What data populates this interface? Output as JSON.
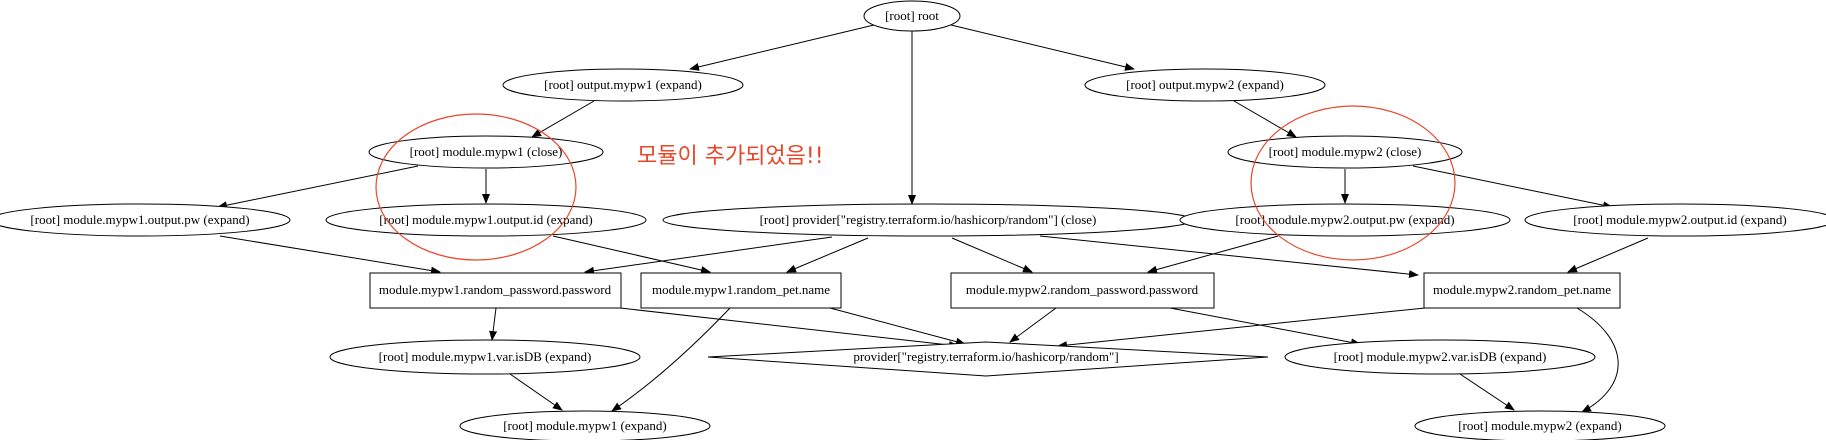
{
  "graph": {
    "nodes": {
      "root": "[root] root",
      "output_mypw1": "[root] output.mypw1 (expand)",
      "output_mypw2": "[root] output.mypw2 (expand)",
      "module_mypw1_close": "[root] module.mypw1 (close)",
      "module_mypw2_close": "[root] module.mypw2 (close)",
      "mypw1_output_pw": "[root] module.mypw1.output.pw (expand)",
      "mypw1_output_id": "[root] module.mypw1.output.id (expand)",
      "provider_close": "[root] provider[\"registry.terraform.io/hashicorp/random\"] (close)",
      "mypw2_output_pw": "[root] module.mypw2.output.pw (expand)",
      "mypw2_output_id": "[root] module.mypw2.output.id (expand)",
      "mypw1_password": "module.mypw1.random_password.password",
      "mypw1_pet": "module.mypw1.random_pet.name",
      "mypw2_password": "module.mypw2.random_password.password",
      "mypw2_pet": "module.mypw2.random_pet.name",
      "mypw1_isdb": "[root] module.mypw1.var.isDB (expand)",
      "provider": "provider[\"registry.terraform.io/hashicorp/random\"]",
      "mypw2_isdb": "[root] module.mypw2.var.isDB (expand)",
      "module_mypw1_expand": "[root] module.mypw1 (expand)",
      "module_mypw2_expand": "[root] module.mypw2 (expand)"
    },
    "annotation": "모듈이 추가되었음!!",
    "highlight_color": "#e8462a"
  }
}
